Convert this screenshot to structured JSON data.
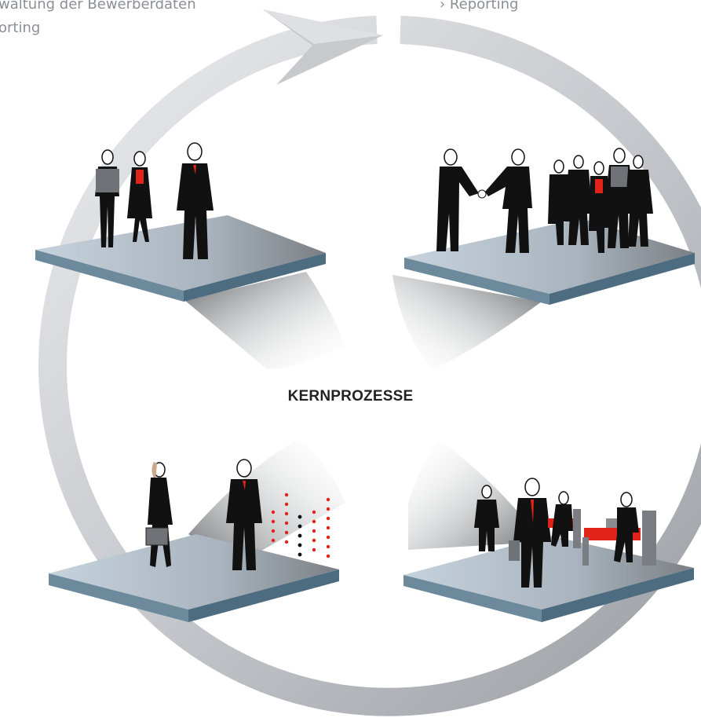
{
  "top_left_text": {
    "line1": "waltung der Bewerberdaten",
    "line2": "orting"
  },
  "top_right_text": "› Reporting",
  "center_label": "KERNPROZESSE",
  "colors": {
    "ring": "#c9cbcf",
    "platform_top": "#b8c4cf",
    "platform_edge": "#5e7d90",
    "accent_red": "#e2231a",
    "suit": "#111111"
  }
}
